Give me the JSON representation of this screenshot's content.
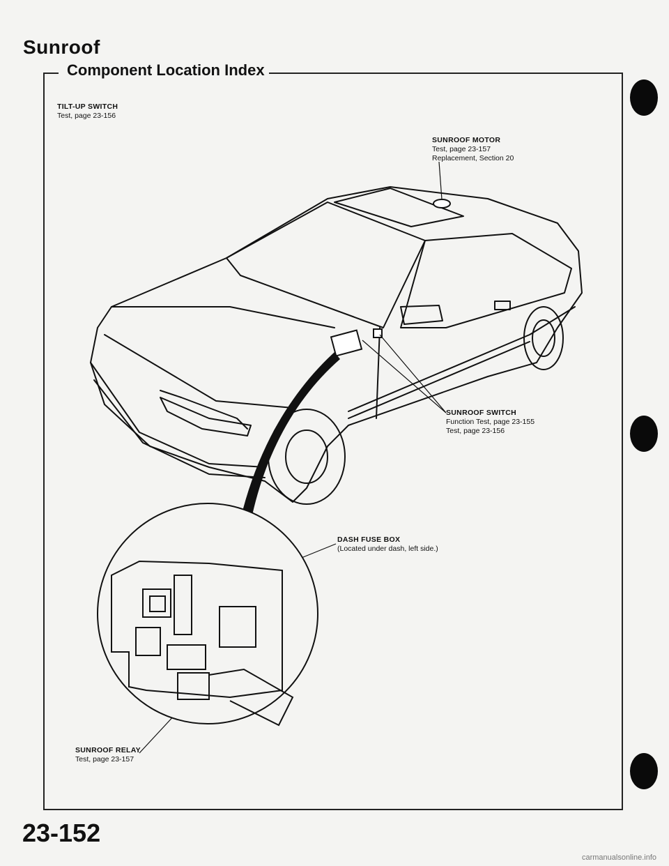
{
  "header": {
    "title": "Sunroof"
  },
  "section": {
    "title": "Component Location Index"
  },
  "callouts": {
    "tilt_up_switch": {
      "name": "TILT-UP SWITCH",
      "refs": [
        "Test, page 23-156"
      ]
    },
    "sunroof_motor": {
      "name": "SUNROOF MOTOR",
      "refs": [
        "Test, page 23-157",
        "Replacement, Section 20"
      ]
    },
    "sunroof_switch": {
      "name": "SUNROOF SWITCH",
      "refs": [
        "Function Test, page 23-155",
        "Test, page 23-156"
      ]
    },
    "dash_fuse_box": {
      "name": "DASH FUSE BOX",
      "refs": [
        "(Located under dash, left side.)"
      ]
    },
    "sunroof_relay": {
      "name": "SUNROOF RELAY",
      "refs": [
        "Test, page 23-157"
      ]
    }
  },
  "footer": {
    "page_number": "23-152",
    "watermark": "carmanualsonline.info"
  }
}
